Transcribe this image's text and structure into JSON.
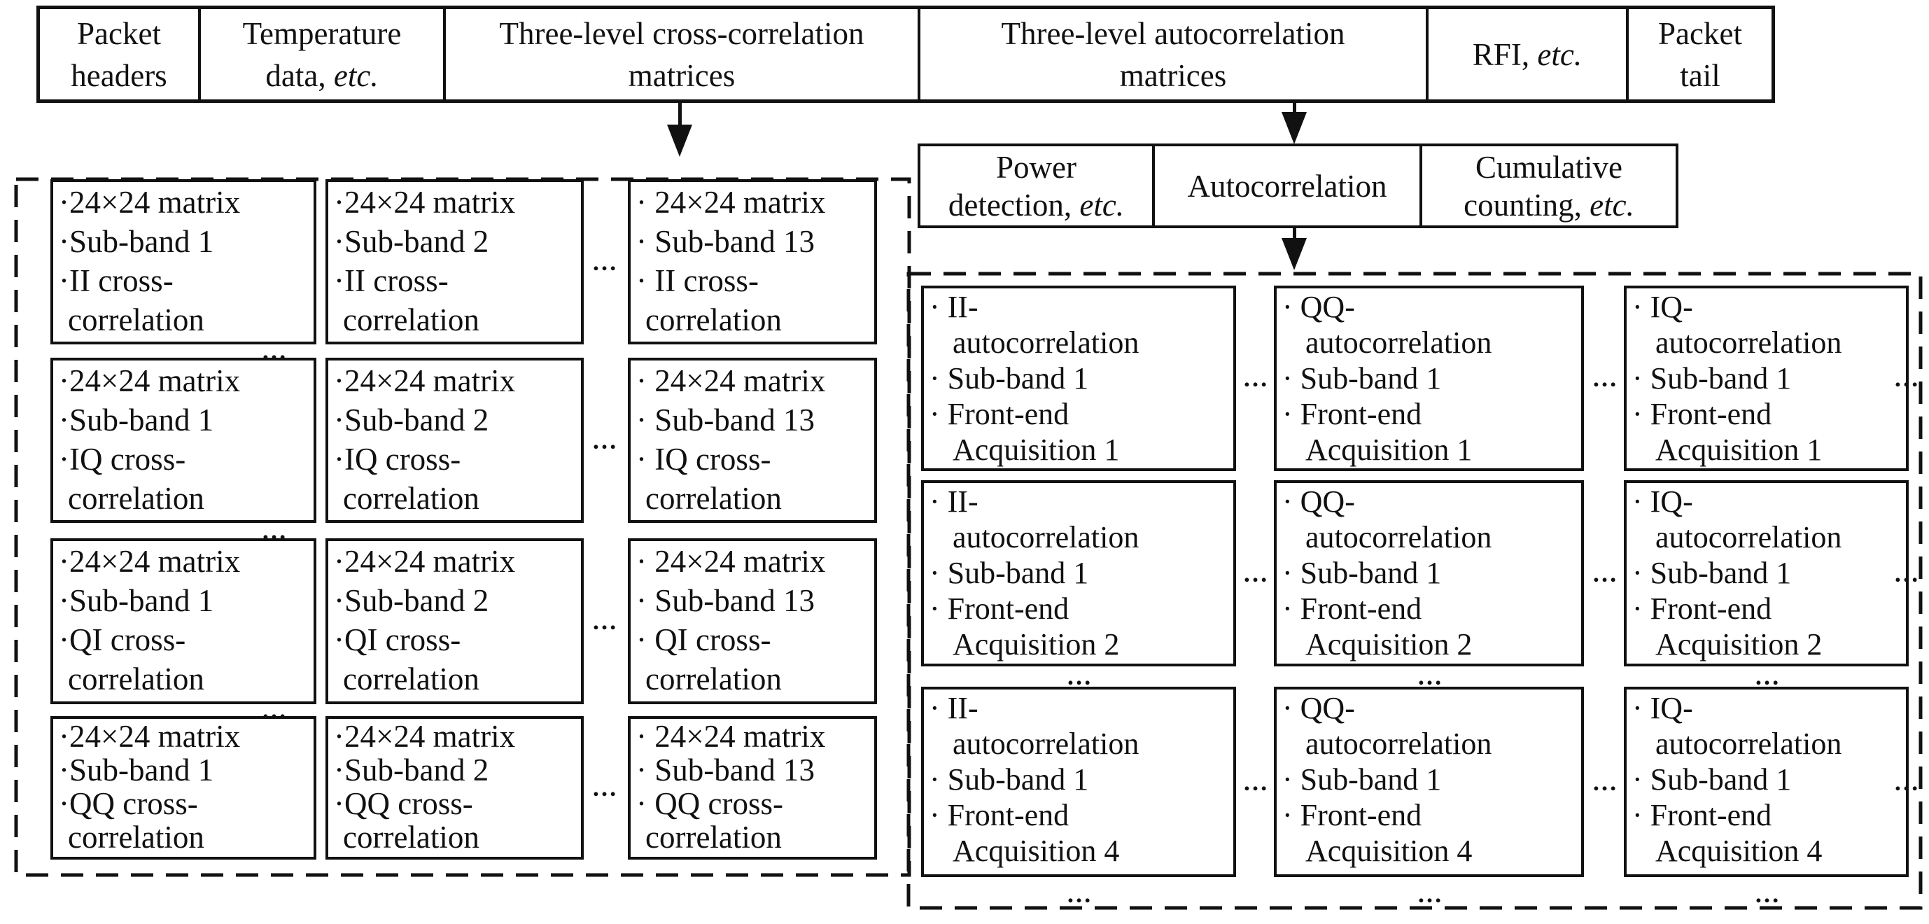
{
  "colors": {
    "ink": "#111111",
    "background": "#ffffff"
  },
  "ellipsis": {
    "h": "…"
  },
  "top_row": {
    "packet_headers": {
      "l1": "Packet",
      "l2": "headers"
    },
    "temperature": {
      "l1": "Temperature",
      "l2a": "data, ",
      "l2b": "etc."
    },
    "cross": {
      "l1": "Three-level cross-correlation",
      "l2": "matrices"
    },
    "auto": {
      "l1": "Three-level autocorrelation",
      "l2": "matrices"
    },
    "rfi": {
      "l1a": "RFI, ",
      "l1b": "etc."
    },
    "tail": {
      "l1": "Packet",
      "l2": "tail"
    }
  },
  "power_row": {
    "power": {
      "l1": "Power",
      "l2a": "detection, ",
      "l2b": "etc."
    },
    "autocorrelation": {
      "label": "Autocorrelation"
    },
    "cumulative": {
      "l1": "Cumulative",
      "l2a": "counting, ",
      "l2b": "etc."
    }
  },
  "left_box": {
    "rows": [
      {
        "cells": [
          {
            "lines": [
              "·24×24 matrix",
              "·Sub-band 1",
              "·II cross-",
              "correlation"
            ]
          },
          {
            "lines": [
              "·24×24 matrix",
              "·Sub-band 2",
              "·II cross-",
              "correlation"
            ]
          },
          {
            "lines": [
              "· 24×24 matrix",
              "· Sub-band 13",
              "· II cross-",
              "correlation"
            ]
          }
        ]
      },
      {
        "cells": [
          {
            "lines": [
              "·24×24 matrix",
              "·Sub-band 1",
              "·IQ cross-",
              "correlation"
            ]
          },
          {
            "lines": [
              "·24×24 matrix",
              "·Sub-band 2",
              "·IQ cross-",
              "correlation"
            ]
          },
          {
            "lines": [
              "· 24×24 matrix",
              "· Sub-band 13",
              "· IQ cross-",
              "correlation"
            ]
          }
        ]
      },
      {
        "cells": [
          {
            "lines": [
              "·24×24 matrix",
              "·Sub-band 1",
              "·QI cross-",
              "correlation"
            ]
          },
          {
            "lines": [
              "·24×24 matrix",
              "·Sub-band 2",
              "·QI cross-",
              "correlation"
            ]
          },
          {
            "lines": [
              "· 24×24 matrix",
              "· Sub-band 13",
              "· QI cross-",
              "correlation"
            ]
          }
        ]
      },
      {
        "cells": [
          {
            "lines": [
              "·24×24 matrix",
              "·Sub-band 1",
              "·QQ cross-",
              "correlation"
            ]
          },
          {
            "lines": [
              "·24×24 matrix",
              "·Sub-band 2",
              "·QQ cross-",
              "correlation"
            ]
          },
          {
            "lines": [
              "· 24×24 matrix",
              "· Sub-band 13",
              "· QQ cross-",
              "correlation"
            ]
          }
        ]
      }
    ]
  },
  "right_box": {
    "rows": [
      {
        "cells": [
          {
            "lines": [
              "· II-",
              "autocorrelation",
              "· Sub-band 1",
              "· Front-end",
              "Acquisition 1"
            ]
          },
          {
            "lines": [
              "· QQ-",
              "autocorrelation",
              "· Sub-band 1",
              "· Front-end",
              "Acquisition 1"
            ]
          },
          {
            "lines": [
              "· IQ-",
              "autocorrelation",
              "· Sub-band 1",
              "· Front-end",
              "Acquisition 1"
            ]
          }
        ]
      },
      {
        "cells": [
          {
            "lines": [
              "· II-",
              "autocorrelation",
              "· Sub-band 1",
              "· Front-end",
              "Acquisition 2"
            ]
          },
          {
            "lines": [
              "· QQ-",
              "autocorrelation",
              "· Sub-band 1",
              "· Front-end",
              "Acquisition 2"
            ]
          },
          {
            "lines": [
              "· IQ-",
              "autocorrelation",
              "· Sub-band 1",
              "· Front-end",
              "Acquisition 2"
            ]
          }
        ]
      },
      {
        "cells": [
          {
            "lines": [
              "· II-",
              "autocorrelation",
              "· Sub-band 1",
              "· Front-end",
              "Acquisition 4"
            ]
          },
          {
            "lines": [
              "· QQ-",
              "autocorrelation",
              "· Sub-band 1",
              "· Front-end",
              "Acquisition 4"
            ]
          },
          {
            "lines": [
              "· IQ-",
              "autocorrelation",
              "· Sub-band 1",
              "· Front-end",
              "Acquisition 4"
            ]
          }
        ]
      }
    ]
  }
}
